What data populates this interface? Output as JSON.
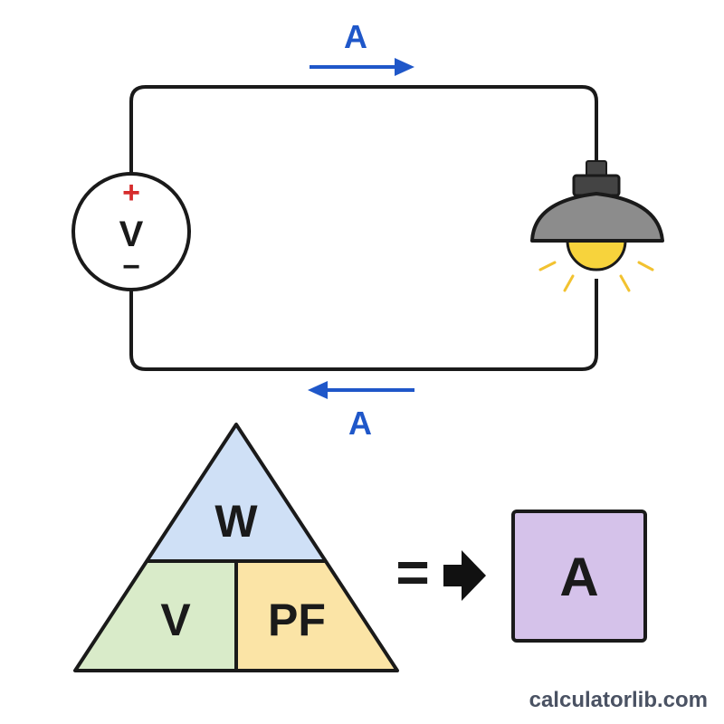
{
  "circuit": {
    "source": {
      "plus": "+",
      "symbol": "V",
      "minus": "−"
    },
    "current_top_label": "A",
    "current_bottom_label": "A",
    "lamp_icon": "ceiling-lamp-icon"
  },
  "triangle": {
    "top": "W",
    "bottom_left": "V",
    "bottom_right": "PF"
  },
  "result": {
    "equals": "=",
    "arrow_icon": "right-arrow-icon",
    "value": "A"
  },
  "footer": {
    "brand": "calculatorlib.com"
  },
  "colors": {
    "wire": "#1a1a1a",
    "current_arrow": "#1f57c9",
    "plus": "#d62c2c",
    "lamp_shade": "#8c8c8c",
    "lamp_cap": "#444444",
    "bulb": "#f7d33c",
    "rays": "#f2c230",
    "triangle_top": "#cfe0f6",
    "triangle_left": "#d9ebc9",
    "triangle_right": "#fbe4a6",
    "result_box": "#d5c2ea",
    "brand_text": "#4a5263"
  }
}
